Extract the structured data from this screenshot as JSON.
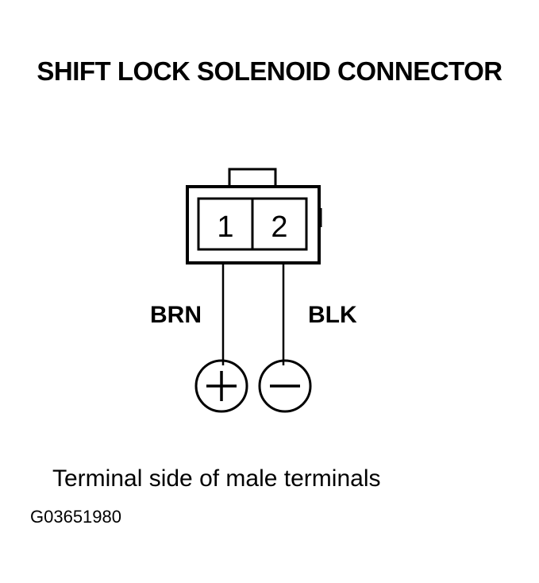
{
  "title": "SHIFT LOCK SOLENOID CONNECTOR",
  "connector": {
    "terminals": [
      {
        "number": "1",
        "wire_color": "BRN",
        "polarity": "+"
      },
      {
        "number": "2",
        "wire_color": "BLK",
        "polarity": "−"
      }
    ]
  },
  "caption": "Terminal side of male terminals",
  "figure_id": "G03651980"
}
